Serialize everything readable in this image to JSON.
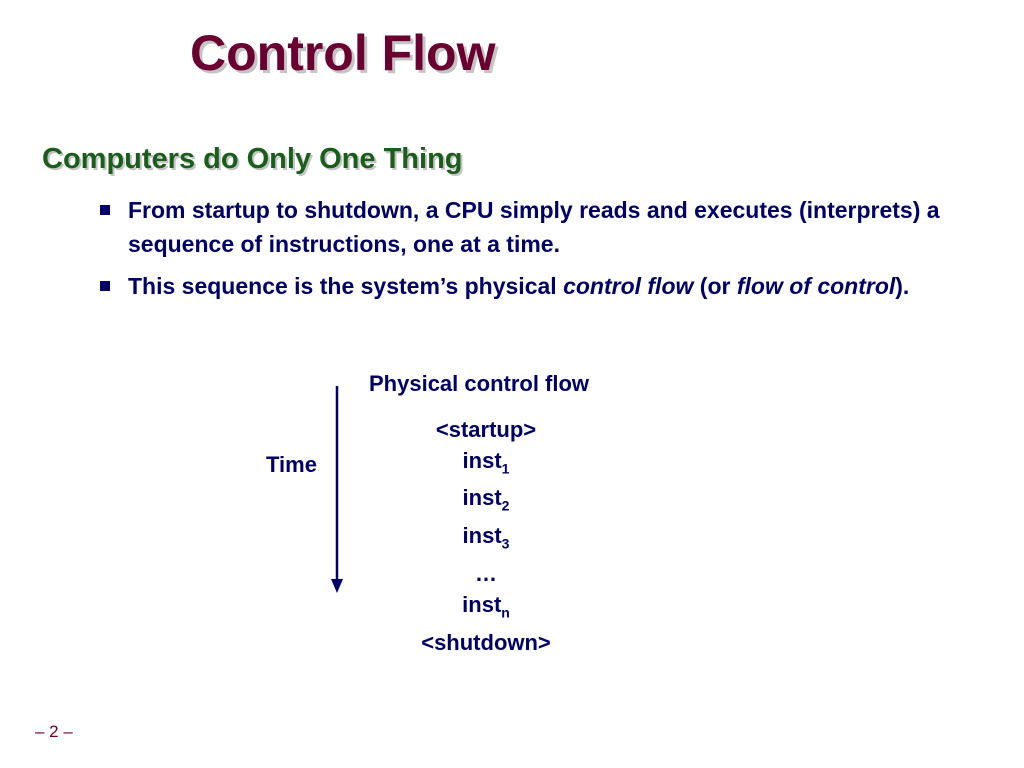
{
  "slide": {
    "title": "Control Flow",
    "subtitle": "Computers do Only One Thing",
    "bullets": [
      {
        "text": "From startup to shutdown, a CPU simply reads and executes (interprets) a sequence of instructions, one at a time."
      },
      {
        "part1": "This sequence is the system’s physical ",
        "italic1": "control flow",
        "part2": " (or ",
        "italic2": "flow of control",
        "part3": ")."
      }
    ]
  },
  "diagram": {
    "heading": "Physical control flow",
    "time_label": "Time",
    "sequence": [
      {
        "text": "<startup>"
      },
      {
        "text": "inst",
        "sub": "1"
      },
      {
        "text": "inst",
        "sub": "2"
      },
      {
        "text": "inst",
        "sub": "3"
      },
      {
        "text": "…"
      },
      {
        "text": "inst",
        "sub": "n"
      },
      {
        "text": "<shutdown>"
      }
    ]
  },
  "footer": {
    "page_number": "– 2 –"
  },
  "colors": {
    "title": "#6a0030",
    "subtitle": "#1b5e1b",
    "body_text": "#000066",
    "shadow": "#c4c4c4"
  }
}
